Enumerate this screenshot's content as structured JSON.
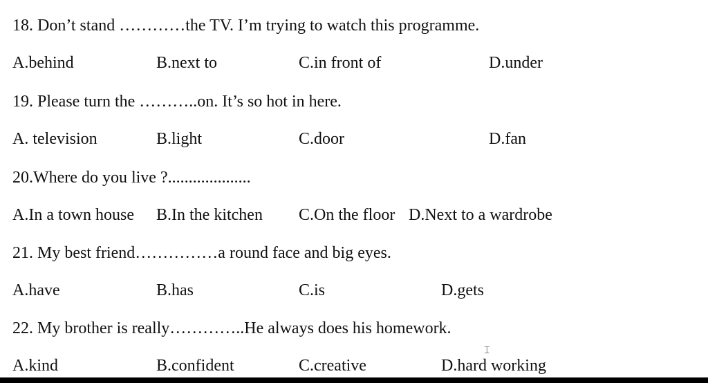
{
  "questions": [
    {
      "text": "18. Don’t stand …………the TV. I’m trying to watch this programme.",
      "options": [
        "A.behind",
        "B.next to",
        "C.in front of",
        "D.under"
      ]
    },
    {
      "text": "19. Please turn the ………..on. It’s so hot in here.",
      "options": [
        "A. television",
        "B.light",
        "C.door",
        "D.fan"
      ]
    },
    {
      "text": "20.Where do you live ?....................",
      "options": [
        "A.In a town house",
        "B.In the kitchen",
        "C.On the floor",
        "D.Next to a  wardrobe"
      ]
    },
    {
      "text": "21. My best friend……………a round face and big eyes.",
      "options": [
        "A.have",
        "B.has",
        "C.is",
        "D.gets"
      ]
    },
    {
      "text": "22. My brother is really…………..He always does his homework.",
      "options": [
        "A.kind",
        "B.confident",
        "C.creative",
        "D.hard working"
      ]
    }
  ]
}
